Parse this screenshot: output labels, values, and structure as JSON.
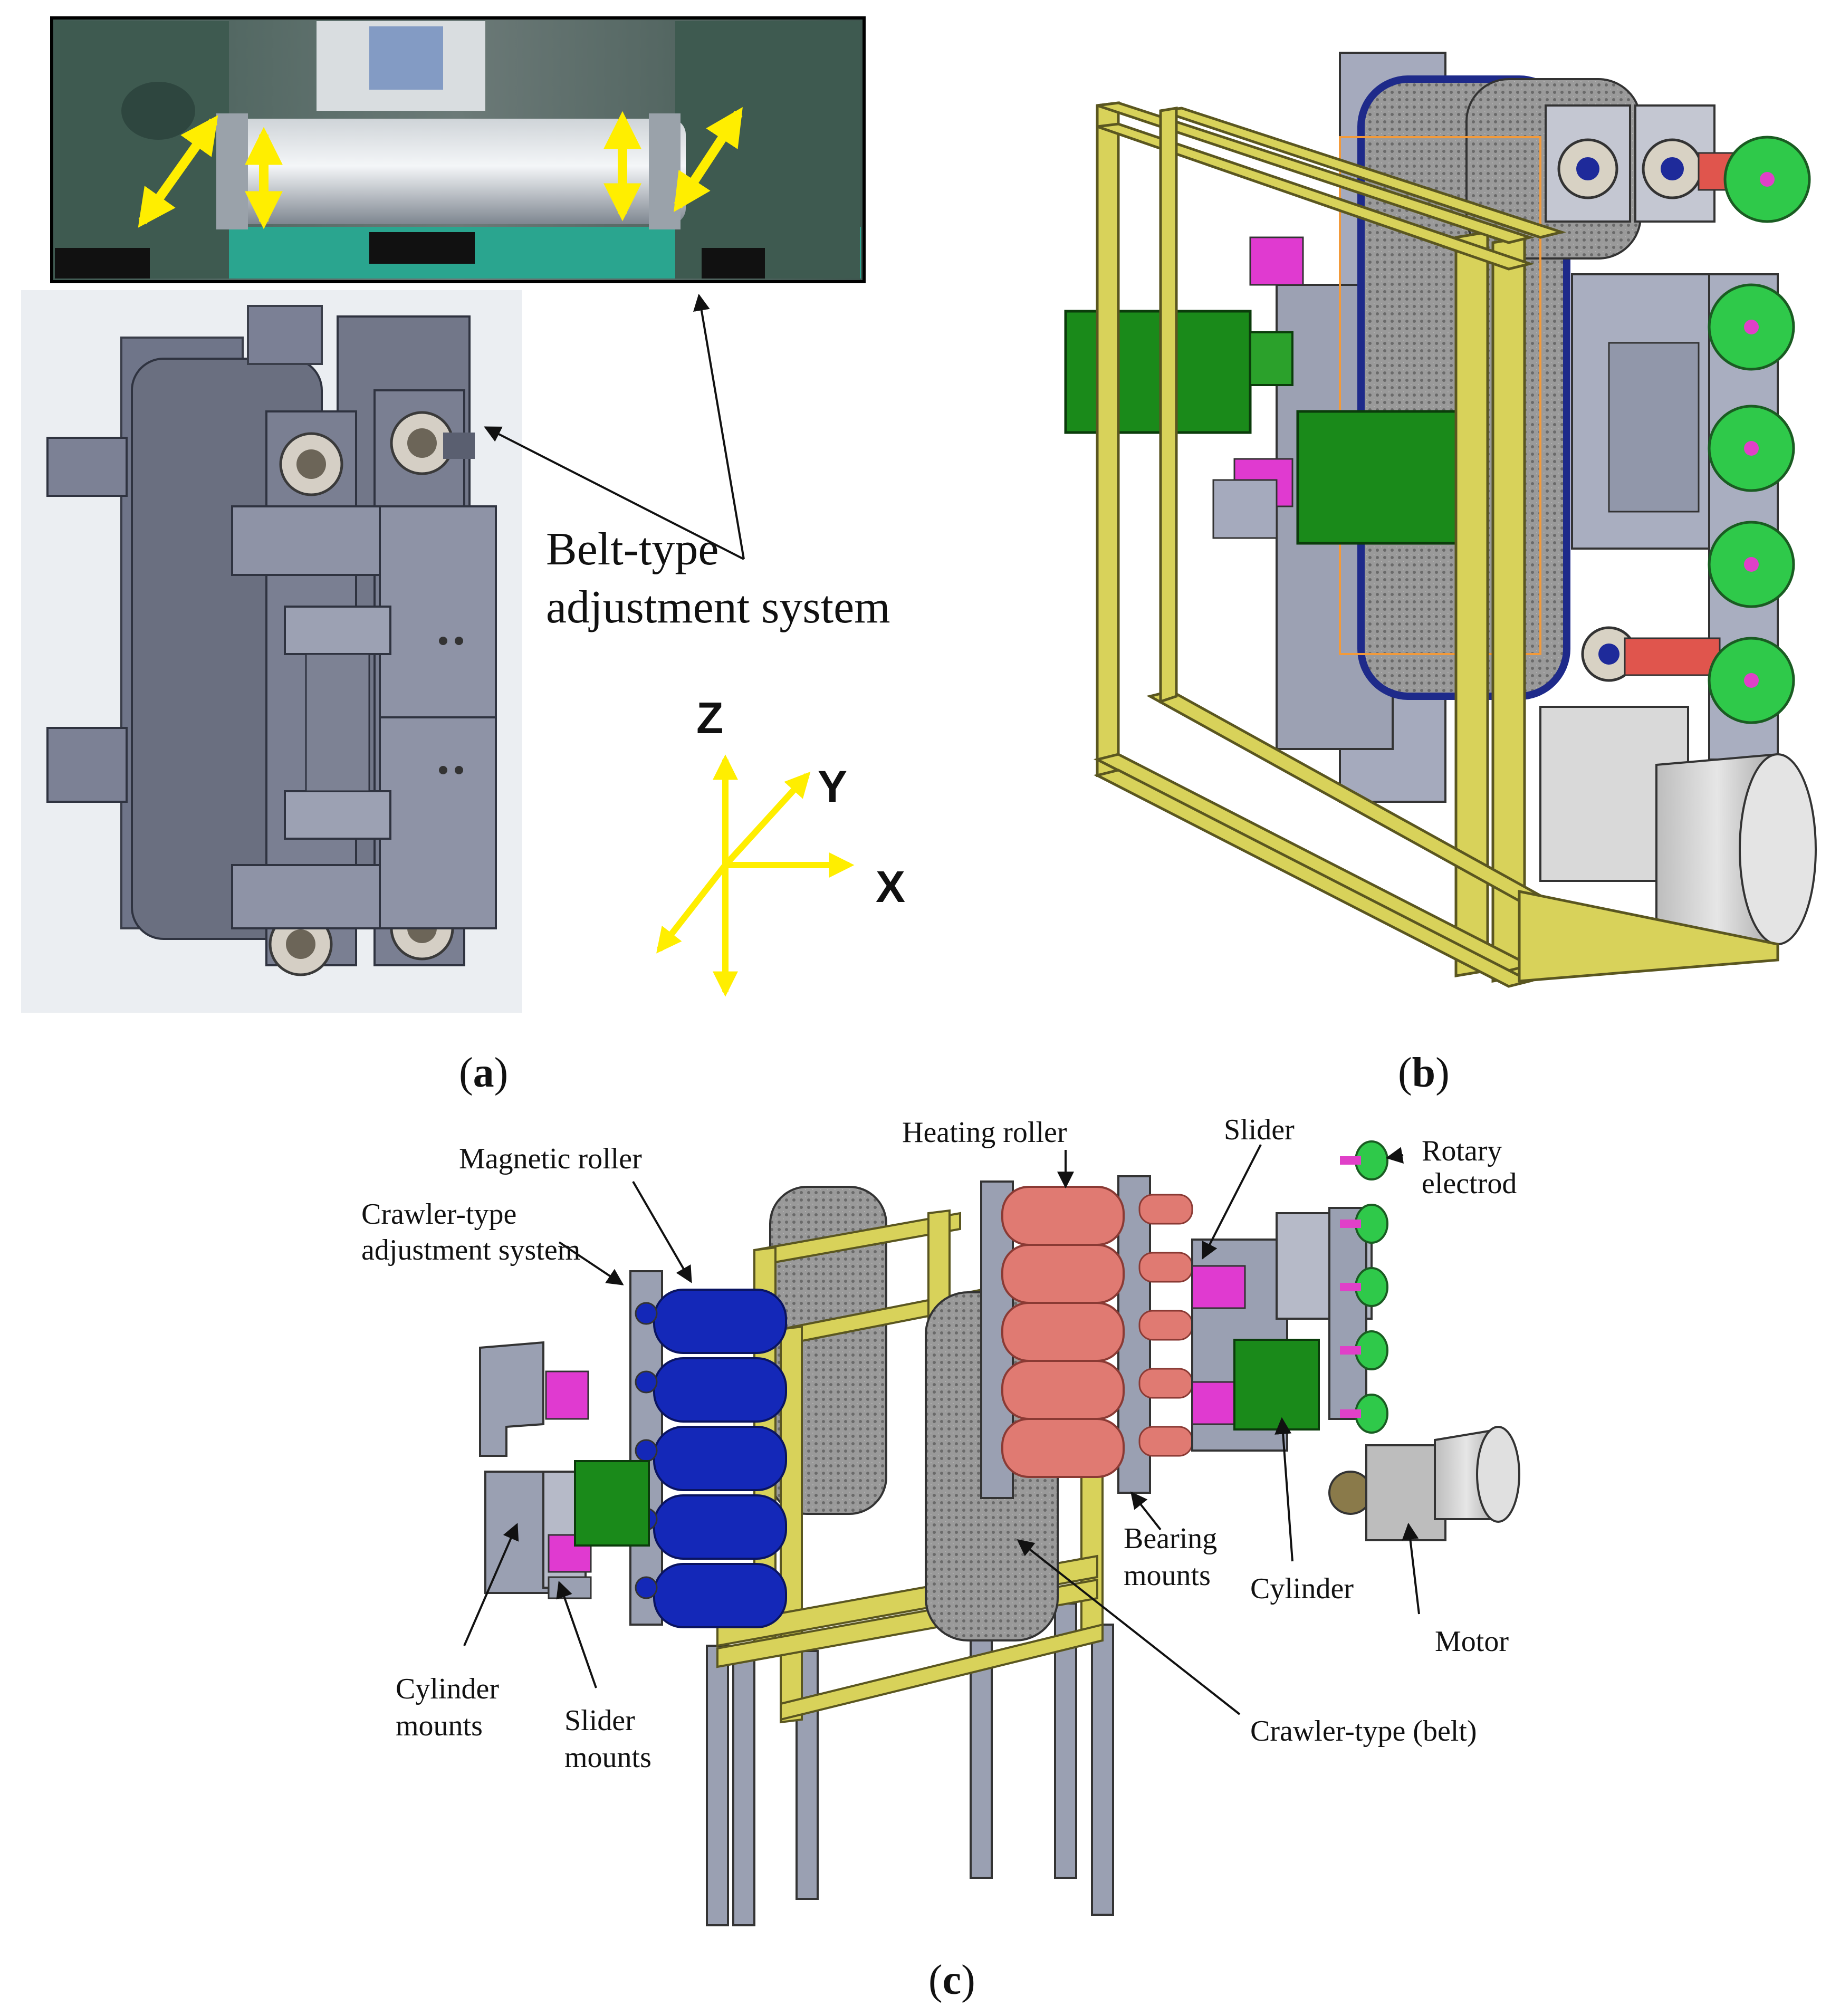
{
  "panel_a": {
    "callout_line1": "Belt-type",
    "callout_line2": "adjustment system",
    "axes": {
      "z": "Z",
      "y": "Y",
      "x": "X"
    },
    "caption_letter": "a"
  },
  "panel_b": {
    "caption_letter": "b"
  },
  "panel_c": {
    "caption_letter": "c",
    "labels": {
      "magnetic_roller": "Magnetic roller",
      "heating_roller": "Heating roller",
      "slider": "Slider",
      "rotary_line1": "Rotary",
      "rotary_line2": "electrod",
      "crawler_adj_line1": "Crawler-type",
      "crawler_adj_line2": "adjustment system",
      "bearing_line1": "Bearing",
      "bearing_line2": "mounts",
      "cylinder": "Cylinder",
      "motor": "Motor",
      "cyl_mounts_line1": "Cylinder",
      "cyl_mounts_line2": "mounts",
      "slider_mounts_line1": "Slider",
      "slider_mounts_line2": "mounts",
      "crawler_belt": "Crawler-type (belt)"
    }
  },
  "colors": {
    "frame_yellow": "#d8d25a",
    "motor_green": "#1a8a1a",
    "electrode_green": "#2fc94a",
    "heating_red": "#e07a72",
    "magnetic_blue": "#1428b8",
    "steel_gray": "#8a90a4",
    "slider_magenta": "#e03ad0",
    "arrow_yellow": "#ffee00"
  }
}
